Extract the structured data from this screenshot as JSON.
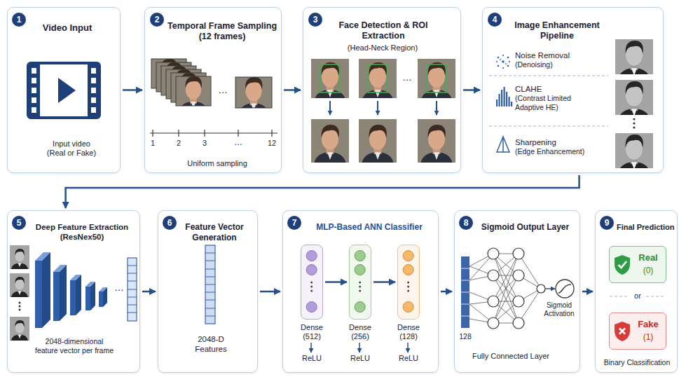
{
  "diagram": {
    "nodes": [
      {
        "text": [
          "Video Input",
          "Input video (Real or Fake)"
        ]
      },
      {
        "text": [
          "Temporal Frame Sampling (12 frames)",
          "Uniform sampling"
        ]
      },
      {
        "text": [
          "Face Detection & ROI Extraction",
          "(Head-Neck Region)"
        ]
      },
      {
        "text": [
          "Image Enhancement Pipeline"
        ]
      },
      {
        "text": [
          "Deep Feature Extraction (ResNex50)",
          "2048-dimensional feature vector per frame"
        ]
      },
      {
        "text": [
          "Feature Vector Generation",
          "2048-D Features"
        ]
      },
      {
        "text": [
          "MLP-Based ANN Classifier"
        ]
      },
      {
        "text": [
          "Dense (512)",
          "ReLU"
        ],
        "in": 6
      },
      {
        "text": [
          "Dense (256)",
          "ReLU"
        ],
        "in": 6
      },
      {
        "text": [
          "Dense (128)",
          "ReLU"
        ],
        "in": 6
      },
      {
        "text": [
          "Sigmoid Output Layer",
          "Fully Connected Layer"
        ]
      },
      {
        "text": [
          "Final Prediction",
          "Binary Classification"
        ]
      },
      {
        "text": [
          "Real",
          "(0)"
        ],
        "in": 11
      },
      {
        "text": [
          "Fake",
          "(1)"
        ],
        "in": 11
      }
    ],
    "edges": [
      {
        "from": 0,
        "to": 1,
        "arrow": "to"
      },
      {
        "from": 1,
        "to": 2,
        "arrow": "to"
      },
      {
        "from": 2,
        "to": 3,
        "arrow": "to"
      },
      {
        "from": 3,
        "to": 4,
        "arrow": "to"
      },
      {
        "from": 4,
        "to": 5,
        "arrow": "to"
      },
      {
        "from": 5,
        "to": 6,
        "arrow": "to"
      },
      {
        "from": 7,
        "to": 8,
        "arrow": "to"
      },
      {
        "from": 8,
        "to": 9,
        "arrow": "to"
      },
      {
        "from": 6,
        "to": 10,
        "arrow": "to"
      },
      {
        "from": 10,
        "to": 11,
        "arrow": "to"
      }
    ],
    "labels": [
      "1",
      "2",
      "…",
      "1",
      "2",
      "3",
      "…",
      "12",
      "3",
      "…",
      "4",
      "Noise Removal",
      "(Denoising)",
      "CLAHE",
      "(Contrast Limited Adaptive HE)",
      "Sharpening",
      "(Edge Enhancement)",
      "5",
      "…",
      "6",
      "7",
      "8",
      "128",
      "Sigmoid Activation",
      "9",
      "or"
    ]
  }
}
